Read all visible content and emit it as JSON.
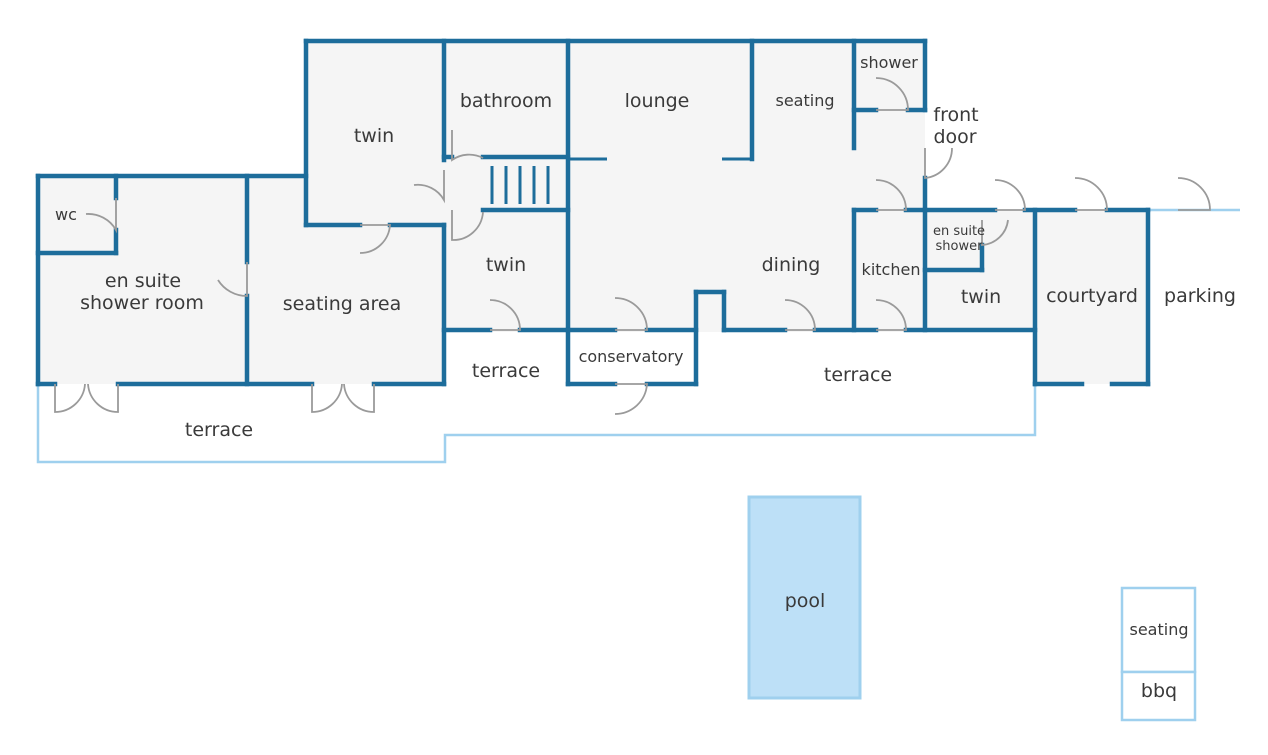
{
  "rooms": {
    "twin_top": "twin",
    "bathroom": "bathroom",
    "lounge": "lounge",
    "seating_top": "seating",
    "shower": "shower",
    "front_door_1": "front",
    "front_door_2": "door",
    "wc": "wc",
    "en_suite_1": "en suite",
    "en_suite_2": "shower room",
    "seating_area": "seating area",
    "twin_middle": "twin",
    "dining": "dining",
    "kitchen": "kitchen",
    "en_suite_shower_1": "en suite",
    "en_suite_shower_2": "shower",
    "twin_right": "twin",
    "courtyard": "courtyard",
    "parking": "parking",
    "terrace_middle": "terrace",
    "conservatory": "conservatory",
    "terrace_right": "terrace",
    "terrace_left": "terrace",
    "pool": "pool",
    "seating_garden": "seating",
    "bbq": "bbq"
  },
  "colors": {
    "wall": "#1d6d9b",
    "outline": "#9fd0ee",
    "room_fill": "#f5f5f5",
    "pool_fill": "#bde0f7",
    "door": "#9a9a9a",
    "text": "#3a3a3a"
  }
}
